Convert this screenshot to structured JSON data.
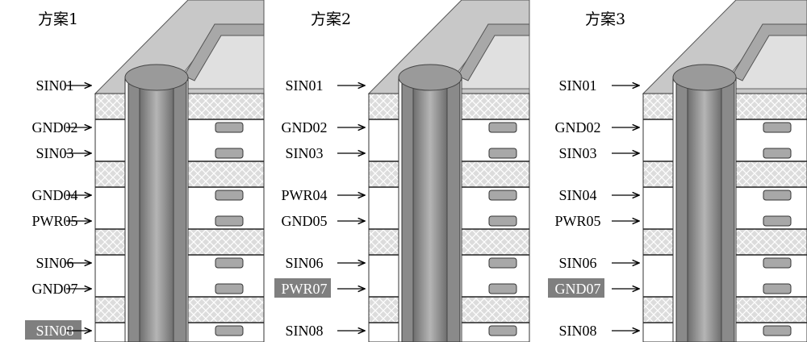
{
  "colors": {
    "highlight": "#7f7f7f",
    "dielectric": "#dcdcdc",
    "copper": "#a8a8a8",
    "via": "#8a8a8a",
    "board_top": "#c8c8c8"
  },
  "schemes": [
    {
      "title": "方案1",
      "layers": [
        {
          "name": "SIN01",
          "highlight": false
        },
        {
          "name": "GND02",
          "highlight": false
        },
        {
          "name": "SIN03",
          "highlight": false
        },
        {
          "name": "GND04",
          "highlight": false
        },
        {
          "name": "PWR05",
          "highlight": false
        },
        {
          "name": "SIN06",
          "highlight": false
        },
        {
          "name": "GND07",
          "highlight": false
        },
        {
          "name": "SIN08",
          "highlight": true
        }
      ]
    },
    {
      "title": "方案2",
      "layers": [
        {
          "name": "SIN01",
          "highlight": false
        },
        {
          "name": "GND02",
          "highlight": false
        },
        {
          "name": "SIN03",
          "highlight": false
        },
        {
          "name": "PWR04",
          "highlight": false
        },
        {
          "name": "GND05",
          "highlight": false
        },
        {
          "name": "SIN06",
          "highlight": false
        },
        {
          "name": "PWR07",
          "highlight": true
        },
        {
          "name": "SIN08",
          "highlight": false
        }
      ]
    },
    {
      "title": "方案3",
      "layers": [
        {
          "name": "SIN01",
          "highlight": false
        },
        {
          "name": "GND02",
          "highlight": false
        },
        {
          "name": "SIN03",
          "highlight": false
        },
        {
          "name": "SIN04",
          "highlight": false
        },
        {
          "name": "PWR05",
          "highlight": false
        },
        {
          "name": "SIN06",
          "highlight": false
        },
        {
          "name": "GND07",
          "highlight": true
        },
        {
          "name": "SIN08",
          "highlight": false
        }
      ]
    }
  ]
}
